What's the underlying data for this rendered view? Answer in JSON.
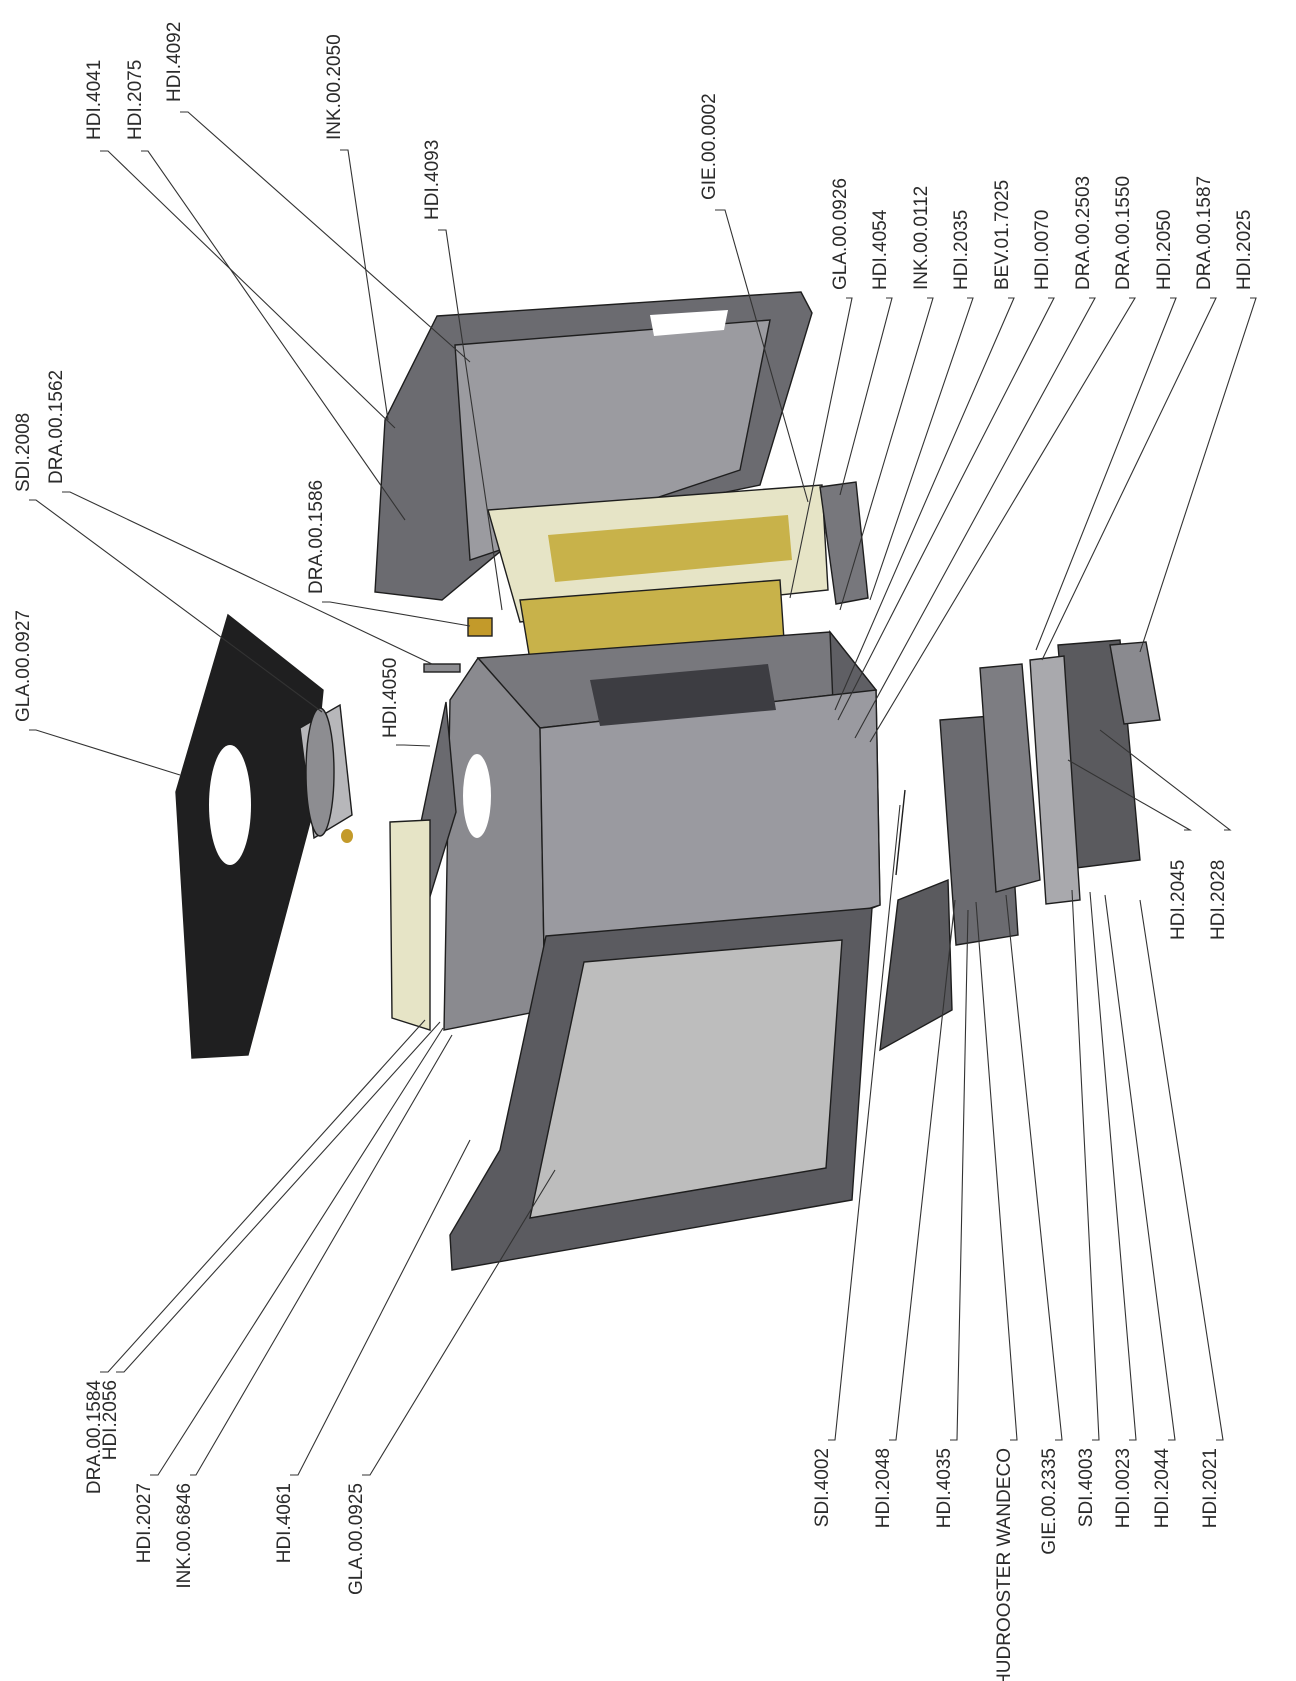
{
  "colors": {
    "background": "#ffffff",
    "steel_dark": "#5a5a5e",
    "steel_mid": "#7d7d82",
    "steel_light": "#a9a9ad",
    "plate_black": "#1f1f20",
    "vermiculite": "#e6e4c6",
    "grate": "#c8b24a",
    "glass": "#bdbdbd",
    "label_text": "#2b2b2b",
    "leader_line": "#333333"
  },
  "labels": {
    "HDI_4041": "HDI.4041",
    "HDI_2075": "HDI.2075",
    "HDI_4092": "HDI.4092",
    "INK_00_2050": "INK.00.2050",
    "HDI_4093": "HDI.4093",
    "GIE_00_0002": "GIE.00.0002",
    "GLA_00_0926": "GLA.00.0926",
    "HDI_4054": "HDI.4054",
    "INK_00_0112": "INK.00.0112",
    "HDI_2035": "HDI.2035",
    "BEV_01_7025": "BEV.01.7025",
    "HDI_0070": "HDI.0070",
    "DRA_00_2503": "DRA.00.2503",
    "DRA_00_1550": "DRA.00.1550",
    "HDI_2050": "HDI.2050",
    "DRA_00_1587": "DRA.00.1587",
    "HDI_2025": "HDI.2025",
    "SDI_2008": "SDI.2008",
    "DRA_00_1562": "DRA.00.1562",
    "DRA_00_1586": "DRA.00.1586",
    "GLA_00_0927": "GLA.00.0927",
    "HDI_4050": "HDI.4050",
    "HDI_2045": "HDI.2045",
    "HDI_2028": "HDI.2028",
    "DRA_00_1584": "DRA.00.1584",
    "HDI_2056": "HDI.2056",
    "HDI_2027": "HDI.2027",
    "INK_00_6846": "INK.00.6846",
    "HDI_4061": "HDI.4061",
    "GLA_00_0925": "GLA.00.0925",
    "SDI_4002": "SDI.4002",
    "HDI_2048": "HDI.2048",
    "HDI_4035": "HDI.4035",
    "SCHUDROOSTER_WANDECO": "SCHUDROOSTER WANDECO",
    "GIE_00_2335": "GIE.00.2335",
    "SDI_4003": "SDI.4003",
    "HDI_0023": "HDI.0023",
    "HDI_2044": "HDI.2044",
    "HDI_2021": "HDI.2021"
  }
}
